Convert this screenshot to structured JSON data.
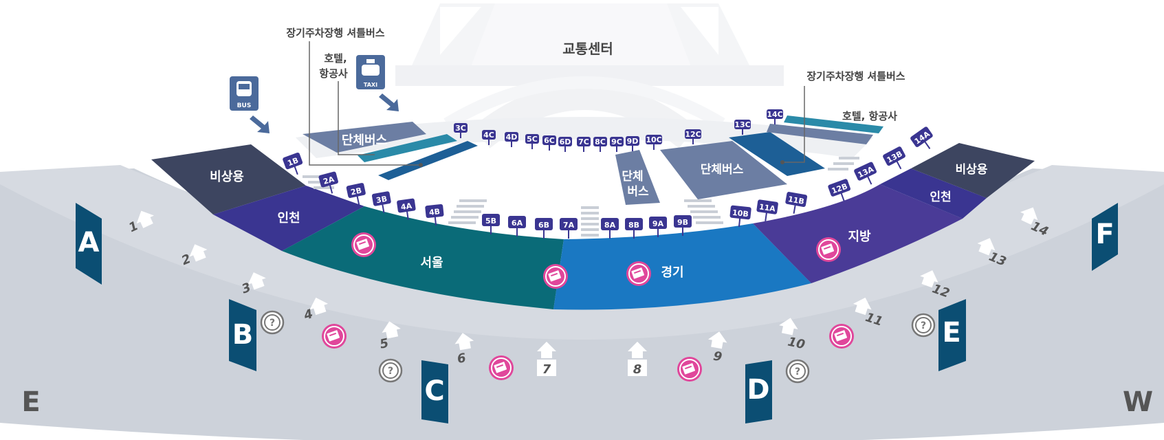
{
  "transport_center": {
    "label": "교통센터"
  },
  "callouts": {
    "longterm_left": "장기주차장행 셔틀버스",
    "hotel_left_1": "호텔,",
    "hotel_left_2": "항공사",
    "longterm_right": "장기주차장행 셔틀버스",
    "hotel_right": "호텔, 항공사"
  },
  "icons": {
    "bus_label": "BUS",
    "taxi_label": "TAXI"
  },
  "zones": {
    "emergency_left": "비상용",
    "incheon_left": "인천",
    "seoul": "서울",
    "gyeonggi": "경기",
    "jibang": "지방",
    "incheon_right": "인천",
    "emergency_right": "비상용",
    "group_bus_left": "단체버스",
    "group_bus_center_1": "단체",
    "group_bus_center_2": "버스",
    "group_bus_right": "단체버스"
  },
  "bus_stops_back": [
    "3C",
    "4C",
    "4D",
    "5C",
    "6C",
    "6D",
    "7C",
    "8C",
    "9C",
    "9D",
    "10C",
    "12C",
    "13C",
    "14C"
  ],
  "bus_stops_front": [
    "1B",
    "2A",
    "2B",
    "3B",
    "4A",
    "4B",
    "5B",
    "6A",
    "6B",
    "7A",
    "8A",
    "8B",
    "9A",
    "9B",
    "10B",
    "11A",
    "11B",
    "12B",
    "13A",
    "13B",
    "14A"
  ],
  "gates": [
    "1",
    "2",
    "3",
    "4",
    "5",
    "6",
    "7",
    "8",
    "9",
    "10",
    "11",
    "12",
    "13",
    "14"
  ],
  "exit_letters": [
    "A",
    "B",
    "C",
    "D",
    "E",
    "F"
  ],
  "compass": {
    "east": "E",
    "west": "W"
  },
  "colors": {
    "emergency": "#3d4560",
    "incheon": "#3a3591",
    "seoul": "#0a6b78",
    "gyeonggi": "#1a78c2",
    "jibang": "#4a3b97",
    "group_bus": "#6c7ea3",
    "exit_door": "#0b4e73",
    "ticket_icon": "#e0479b",
    "walkway": "#cdd2da"
  }
}
